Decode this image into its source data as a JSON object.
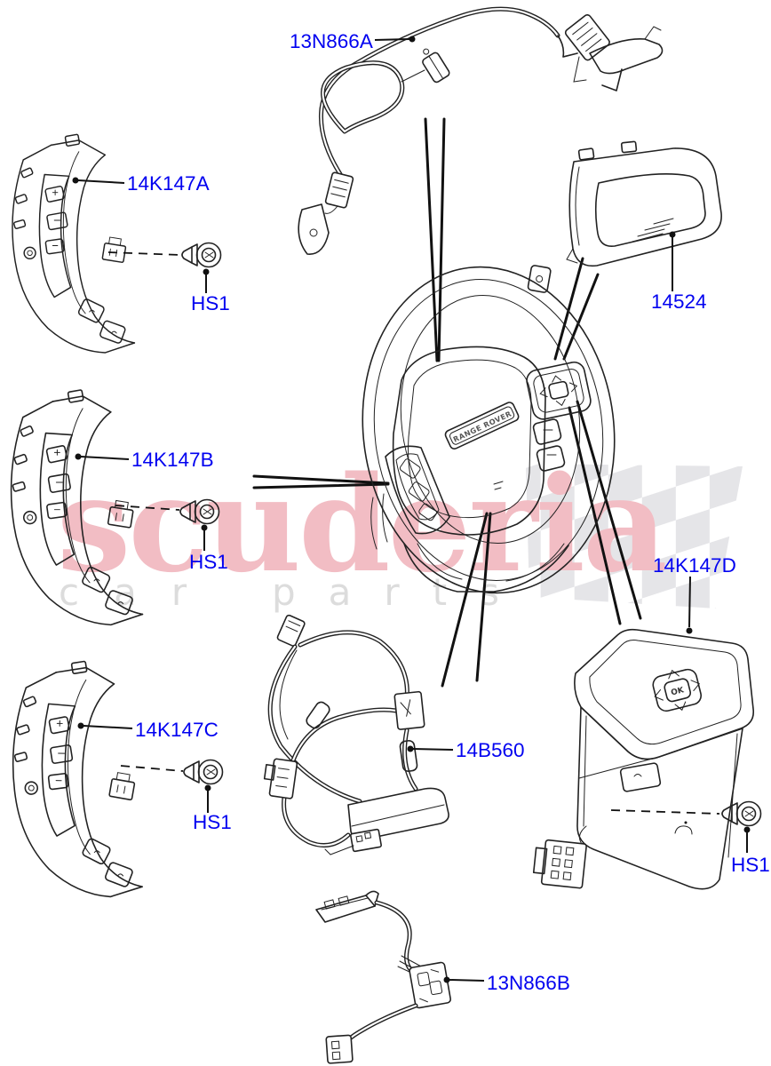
{
  "page": {
    "background": "#ffffff"
  },
  "callouts": {
    "top_harness": "13N866A",
    "switch_pack_a": "14K147A",
    "switch_pack_b": "14K147B",
    "switch_pack_c": "14K147C",
    "switch_pack_d": "14K147D",
    "bezel": "14524",
    "module_harness": "14B560",
    "bottom_harness": "13N866B",
    "screw": "HS1"
  },
  "artwork_text": {
    "steering_badge": "RANGE ROVER",
    "dpad_ok": "OK"
  },
  "watermark": {
    "brand": "scuderia",
    "tagline_word1": "car",
    "tagline_word2": "parts",
    "brand_color": "#f2bdc4",
    "tagline_color": "#dcdcdc",
    "checker_color": "#e5e5e8"
  },
  "colors": {
    "label_blue": "#0202f0",
    "line_dark": "#222222"
  }
}
